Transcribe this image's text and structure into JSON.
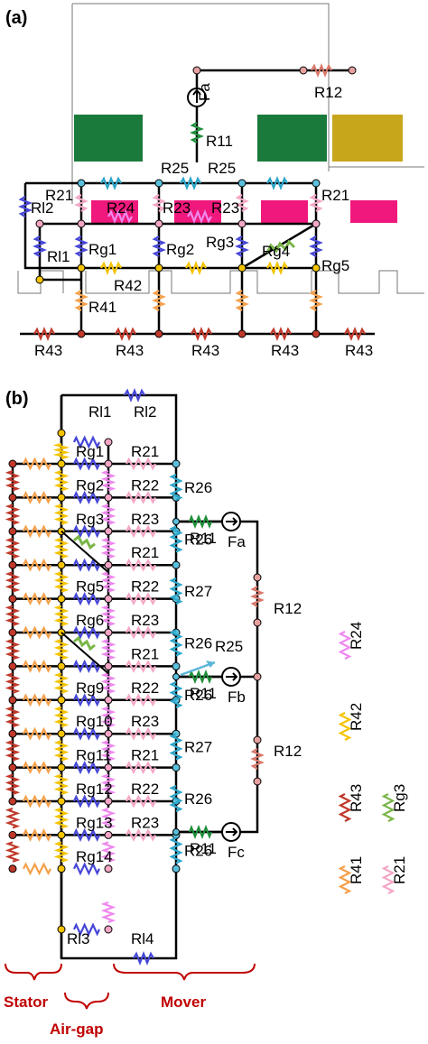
{
  "panel_a": {
    "tag": "(a)",
    "labels": {
      "r12": "R12",
      "fa": "Fa",
      "r11": "R11",
      "r25_left": "R25",
      "r25_right": "R25",
      "rl2": "Rl2",
      "r21_left": "R21",
      "r24": "R24",
      "r23_mid": "R23",
      "r23_right": "R23",
      "r21_right": "R21",
      "rl1": "Rl1",
      "rg1": "Rg1",
      "rg2": "Rg2",
      "rg3": "Rg3",
      "rg4": "Rg4",
      "rg5": "Rg5",
      "r42": "R42",
      "r41": "R41",
      "r43_1": "R43",
      "r43_2": "R43",
      "r43_3": "R43",
      "r43_4": "R43",
      "r43_5": "R43"
    },
    "colors": {
      "green_block": "#1a7a3c",
      "gold_block": "#c8a61c",
      "magenta_block": "#f0187c"
    }
  },
  "panel_b": {
    "tag": "(b)",
    "top_labels": {
      "rl1": "Rl1",
      "rl2": "Rl2",
      "rl3": "Rl3",
      "rl4": "Rl4"
    },
    "rows": [
      {
        "g": "Rg1",
        "m": "R21"
      },
      {
        "g": "Rg2",
        "m": "R22"
      },
      {
        "g": "Rg3",
        "m": "R23"
      },
      {
        "g": "",
        "m": "R21"
      },
      {
        "g": "Rg5",
        "m": "R22"
      },
      {
        "g": "Rg6",
        "m": "R23"
      },
      {
        "g": "",
        "m": "R21"
      },
      {
        "g": "Rg9",
        "m": "R22"
      },
      {
        "g": "Rg10",
        "m": "R23"
      },
      {
        "g": "Rg11",
        "m": "R21"
      },
      {
        "g": "Rg12",
        "m": "R22"
      },
      {
        "g": "Rg13",
        "m": "R23"
      },
      {
        "g": "Rg14",
        "m": ""
      }
    ],
    "right_column": [
      "R26",
      "R26",
      "R27",
      "R26",
      "R26",
      "R27",
      "R26",
      "R26"
    ],
    "sources": [
      {
        "r": "R11",
        "f": "Fa"
      },
      {
        "r": "R11",
        "f": "Fb"
      },
      {
        "r": "R11",
        "f": "Fc"
      }
    ],
    "r12_top": "R12",
    "r12_bottom": "R12",
    "r25": "R25",
    "legend": [
      {
        "label": "R24",
        "color": "#ee88ee"
      },
      {
        "label": "R42",
        "color": "#f5c400"
      },
      {
        "label": "R43",
        "color": "#c0392b"
      },
      {
        "label": "Rg3",
        "color": "#7ab648"
      },
      {
        "label": "R41",
        "color": "#f5a04a"
      },
      {
        "label": "R21",
        "color": "#f4a6c6"
      }
    ],
    "regions": {
      "stator": "Stator",
      "airgap": "Air-gap",
      "mover": "Mover"
    }
  }
}
